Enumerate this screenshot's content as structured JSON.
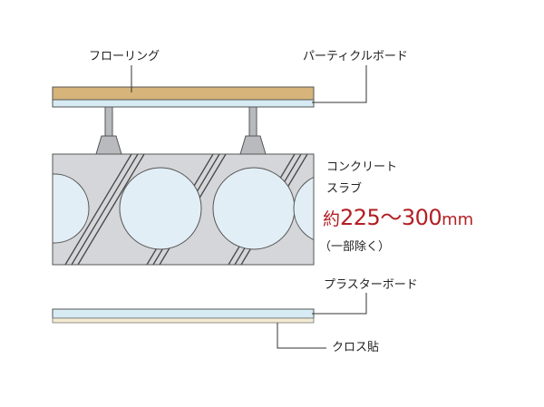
{
  "labels": {
    "flooring": "フローリング",
    "particle_board": "パーティクルボード",
    "concrete_line1": "コンクリート",
    "concrete_line2": "スラブ",
    "thickness_prefix": "約",
    "thickness_value": "225〜300",
    "thickness_unit": "mm",
    "thickness_note": "（一部除く）",
    "plaster_board": "プラスターボード",
    "cloth": "クロス貼"
  },
  "colors": {
    "flooring": "#d6b47a",
    "particle_board_layer": "#d6ebf3",
    "concrete": "#d4d6d9",
    "void": "#e2eef5",
    "accent_red": "#b21f24",
    "text": "#222222",
    "leader": "#333333",
    "cloth_layer": "#f3ead2"
  }
}
